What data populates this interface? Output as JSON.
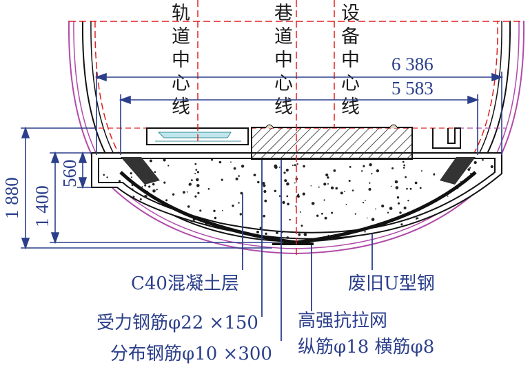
{
  "dimensions": {
    "horizontal": [
      "6 386",
      "5 583"
    ],
    "vertical": [
      "1 880",
      "1 400",
      "560"
    ]
  },
  "centerlines": [
    {
      "chars": [
        "轨",
        "道",
        "中",
        "心",
        "线"
      ]
    },
    {
      "chars": [
        "巷",
        "道",
        "中",
        "心",
        "线"
      ]
    },
    {
      "chars": [
        "设",
        "备",
        "中",
        "心",
        "线"
      ]
    }
  ],
  "callouts": {
    "concrete_layer": "C40混凝土层",
    "old_u_steel": "废旧U型钢",
    "main_rebar": "受力钢筋φ22 ×150",
    "dist_rebar": "分布钢筋φ10 ×300",
    "mesh_title": "高强抗拉网",
    "mesh_detail": "纵筋φ18 横筋φ8"
  },
  "colors": {
    "dimension": "#2b3f8a",
    "centerline": "#e02020",
    "outer_arch": "#b04aa8",
    "structure": "#111111"
  }
}
